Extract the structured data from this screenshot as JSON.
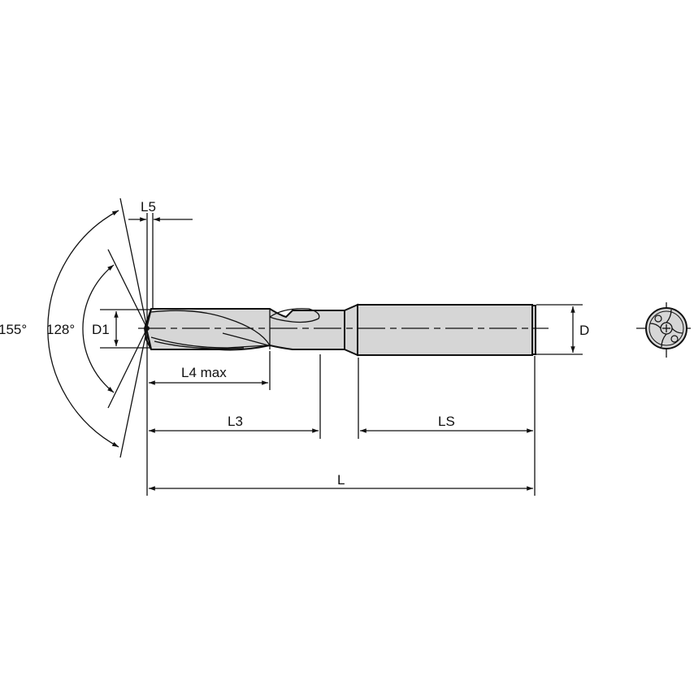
{
  "drawing": {
    "title": "Drill dimension diagram",
    "colors": {
      "line": "#111111",
      "body_fill": "#d6d6d6",
      "background": "#ffffff"
    }
  },
  "labels": {
    "angle_outer": "155°",
    "angle_inner": "128°",
    "d1": "D1",
    "l5": "L5",
    "l4": "L4 max",
    "l3": "L3",
    "ls": "LS",
    "l": "L",
    "d": "D"
  }
}
